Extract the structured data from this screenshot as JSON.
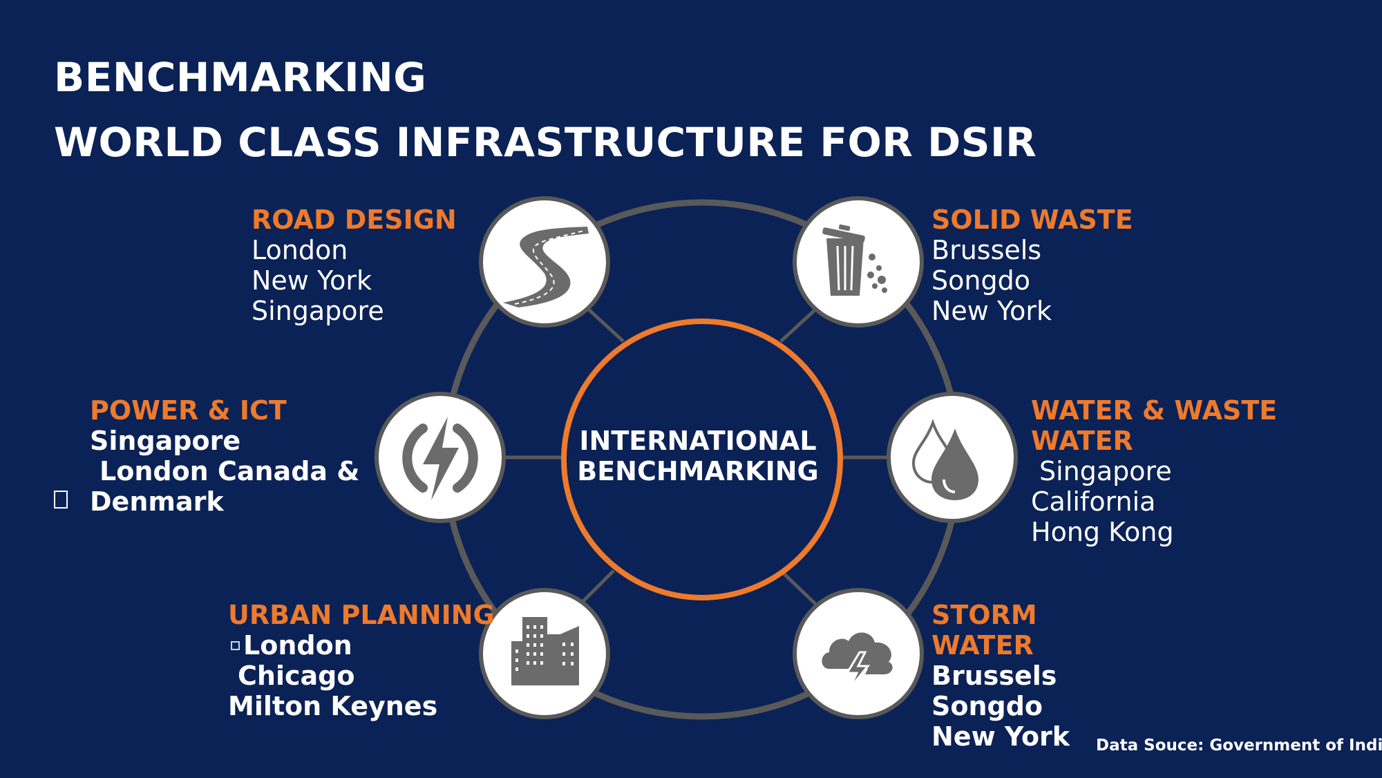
{
  "title": {
    "line1": "BENCHMARKING",
    "line2": "WORLD CLASS INFRASTRUCTURE FOR DSIR"
  },
  "center": {
    "line1": "INTERNATIONAL",
    "line2": "BENCHMARKING"
  },
  "nodes": {
    "road_design": {
      "heading": "ROAD DESIGN",
      "cities": [
        "London",
        "New York",
        "Singapore"
      ],
      "icon": "road-icon"
    },
    "solid_waste": {
      "heading": "SOLID WASTE",
      "cities": [
        "Brussels",
        "Songdo",
        "New York"
      ],
      "icon": "trash-can-icon"
    },
    "power_ict": {
      "heading": "POWER & ICT",
      "cities": [
        "Singapore",
        "London Canada &",
        "Denmark"
      ],
      "icon": "power-lightning-icon"
    },
    "water": {
      "heading": [
        "WATER & WASTE",
        "WATER"
      ],
      "cities": [
        "Singapore",
        "California",
        "Hong Kong"
      ],
      "icon": "water-drops-icon"
    },
    "urban_planning": {
      "heading": "URBAN PLANNING",
      "cities": [
        "London",
        "Chicago",
        "Milton Keynes"
      ],
      "icon": "buildings-icon"
    },
    "storm_water": {
      "heading": [
        "STORM",
        "WATER"
      ],
      "cities": [
        "Brussels",
        "Songdo",
        "New York"
      ],
      "icon": "storm-cloud-icon"
    }
  },
  "source_note": "Data Souce: Government of India",
  "colors": {
    "background": "#0b2256",
    "accent": "#ee7a2c",
    "ring": "#595959",
    "icon_circle": "#ffffff",
    "icon_fill": "#6b6b6b"
  }
}
